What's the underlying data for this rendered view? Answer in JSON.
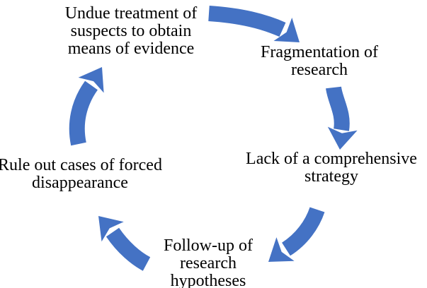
{
  "diagram": {
    "type": "cycle-diagram",
    "background_color": "#ffffff",
    "text_color": "#000000",
    "arrow_color": "#4472C4",
    "nodes": [
      {
        "id": "undue-treatment",
        "label": "Undue treatment of suspects to obtain means of evidence",
        "lines": [
          "Undue treatment of",
          "suspects to obtain",
          "means of evidence"
        ]
      },
      {
        "id": "fragmentation-of-research",
        "label": "Fragmentation of research",
        "lines": [
          "Fragmentation of",
          "research"
        ]
      },
      {
        "id": "lack-of-comprehensive-strategy",
        "label": "Lack of a comprehensive strategy",
        "lines": [
          "Lack of a comprehensive",
          "strategy"
        ]
      },
      {
        "id": "follow-up-of-research-hypotheses",
        "label": "Follow-up of research hypotheses",
        "lines": [
          "Follow-up of",
          "research",
          "hypotheses"
        ]
      },
      {
        "id": "rule-out-forced-disappearance",
        "label": "Rule out cases of forced disappearance",
        "lines": [
          "Rule out cases of forced",
          "disappearance"
        ]
      }
    ],
    "arrows": [
      {
        "from": "undue-treatment",
        "to": "fragmentation-of-research"
      },
      {
        "from": "fragmentation-of-research",
        "to": "lack-of-comprehensive-strategy"
      },
      {
        "from": "lack-of-comprehensive-strategy",
        "to": "follow-up-of-research-hypotheses"
      },
      {
        "from": "follow-up-of-research-hypotheses",
        "to": "rule-out-forced-disappearance"
      },
      {
        "from": "rule-out-forced-disappearance",
        "to": "undue-treatment"
      }
    ]
  }
}
